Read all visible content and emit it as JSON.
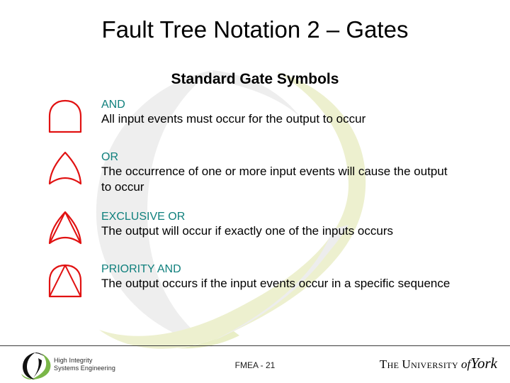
{
  "slide": {
    "title": "Fault Tree Notation 2 – Gates",
    "subtitle": "Standard Gate Symbols",
    "background_watermark": "hise-swoosh-watermark",
    "colors": {
      "gate_outline": "#e11212",
      "gate_name": "#10807d",
      "body_text": "#000000",
      "title_text": "#000000",
      "watermark_grey": "#eeeeee",
      "watermark_green": "#edf0cf",
      "logo_green": "#7ab648",
      "footer_rule": "#3a3a3a"
    }
  },
  "gates": [
    {
      "symbol": "and-gate-symbol",
      "name": "AND",
      "description": "All input events must occur for the output to occur"
    },
    {
      "symbol": "or-gate-symbol",
      "name": "OR",
      "description": "The occurrence of one or more input events will cause the output to occur"
    },
    {
      "symbol": "exclusive-or-gate-symbol",
      "name": "EXCLUSIVE OR",
      "description": "The output will occur if exactly one of the inputs occurs"
    },
    {
      "symbol": "priority-and-gate-symbol",
      "name": "PRIORITY AND",
      "description": "The output occurs if the input events occur in a specific sequence"
    }
  ],
  "footer": {
    "hise_logo_line1": "High Integrity",
    "hise_logo_line2": "Systems Engineering",
    "page_marker": "FMEA - 21",
    "university": {
      "the": "The",
      "university": "University",
      "of": "of",
      "york": "York"
    }
  }
}
